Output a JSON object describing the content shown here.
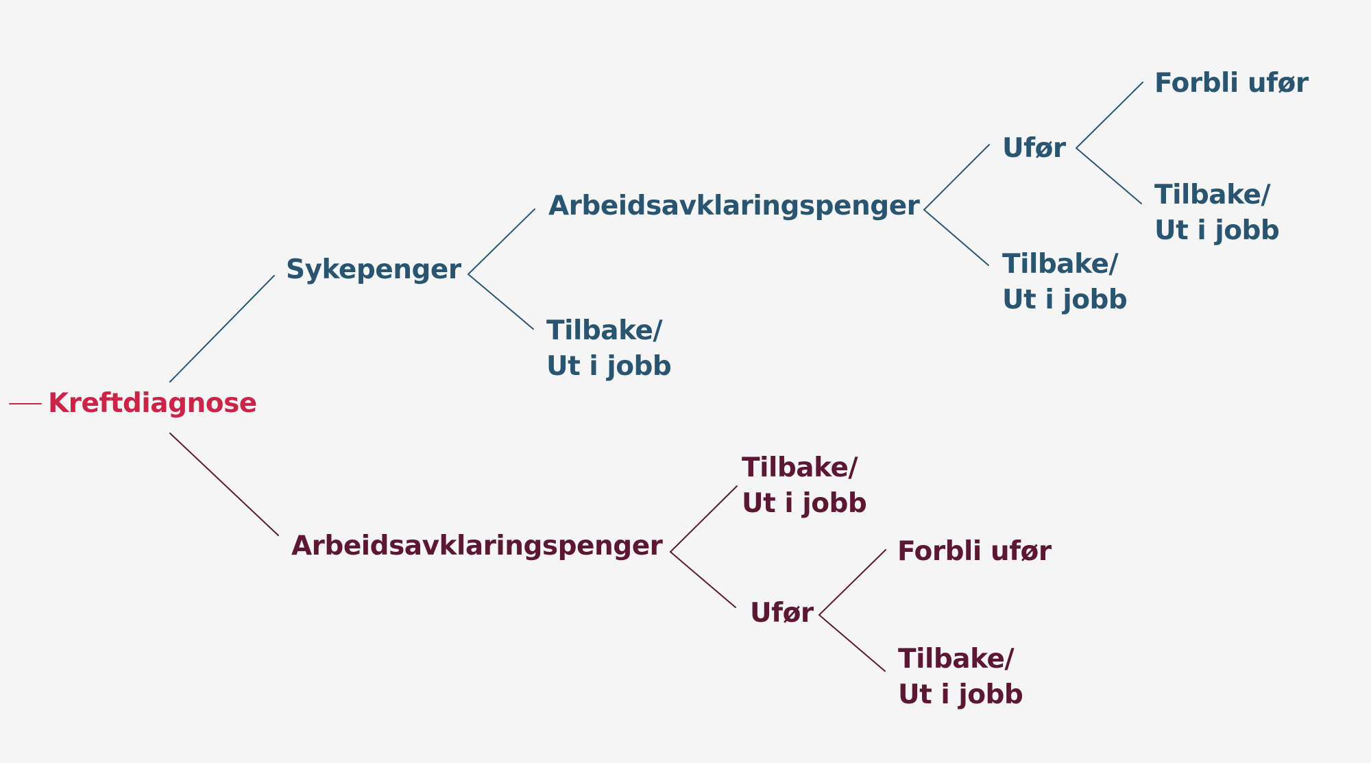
{
  "colors": {
    "background": "#f5f5f5",
    "root": "#cc2447",
    "upper_branch": "#2a5570",
    "lower_branch": "#5c1832"
  },
  "root": {
    "label": "Kreftdiagnose"
  },
  "upper": {
    "sykepenger": {
      "label": "Sykepenger"
    },
    "arbeidsavklaringspenger": {
      "label": "Arbeidsavklaringspenger"
    },
    "tilbake_after_sykepenger": {
      "line1": "Tilbake/",
      "line2": "Ut i jobb"
    },
    "ufor": {
      "label": "Ufør"
    },
    "tilbake_after_aap": {
      "line1": "Tilbake/",
      "line2": "Ut i jobb"
    },
    "forbli_ufor": {
      "label": "Forbli ufør"
    },
    "tilbake_after_ufor": {
      "line1": "Tilbake/",
      "line2": "Ut i jobb"
    }
  },
  "lower": {
    "arbeidsavklaringspenger": {
      "label": "Arbeidsavklaringspenger"
    },
    "tilbake_after_aap": {
      "line1": "Tilbake/",
      "line2": "Ut i jobb"
    },
    "ufor": {
      "label": "Ufør"
    },
    "forbli_ufor": {
      "label": "Forbli ufør"
    },
    "tilbake_after_ufor": {
      "line1": "Tilbake/",
      "line2": "Ut i jobb"
    }
  }
}
